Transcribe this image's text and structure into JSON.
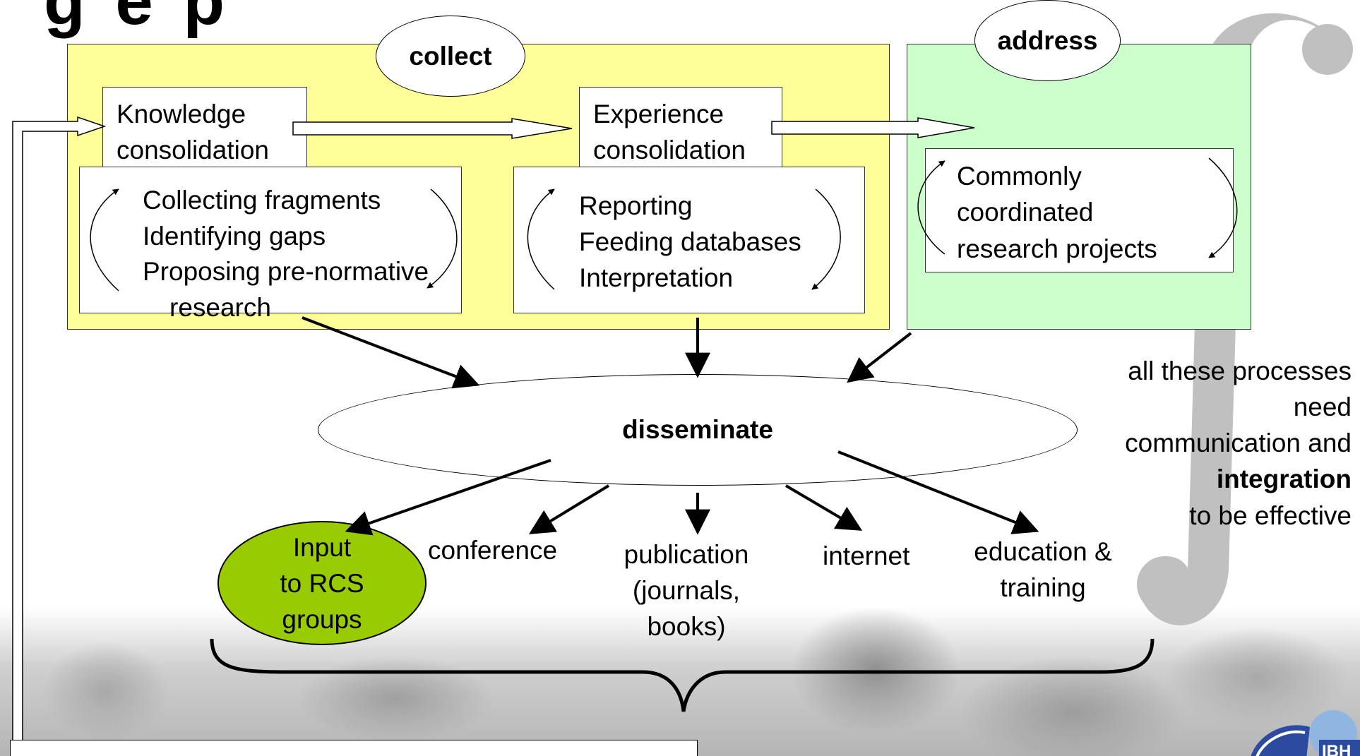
{
  "title_partial": "g e        p",
  "collect": {
    "oval": "collect",
    "knowledge_lines": [
      "Knowledge",
      "consolidation"
    ],
    "knowledge_tasks": [
      "Collecting fragments",
      "Identifying gaps",
      "Proposing pre-normative",
      "research"
    ],
    "experience_lines": [
      "Experience",
      "consolidation"
    ],
    "experience_tasks": [
      "Reporting",
      "Feeding databases",
      "Interpretation"
    ]
  },
  "address": {
    "oval": "address",
    "task_lines": [
      "Commonly",
      "coordinated",
      "research projects"
    ]
  },
  "disseminate": "disseminate",
  "channels": {
    "rcs_lines": [
      "Input",
      "to RCS",
      "groups"
    ],
    "conference": "conference",
    "publication_lines": [
      "publication",
      "(journals,",
      "books)"
    ],
    "internet": "internet",
    "education_lines": [
      "education &",
      "training"
    ]
  },
  "side_note": {
    "line1": "all these processes",
    "line2": "need",
    "line3": "communication and",
    "line4_bold": "integration",
    "line5": "to be effective"
  },
  "colors": {
    "collect_bg": "#ffff99",
    "address_bg": "#ccffcc",
    "rcs_fill": "#99cc00",
    "integral_gray": "#c0c0c0"
  },
  "logo_text": "IBH"
}
